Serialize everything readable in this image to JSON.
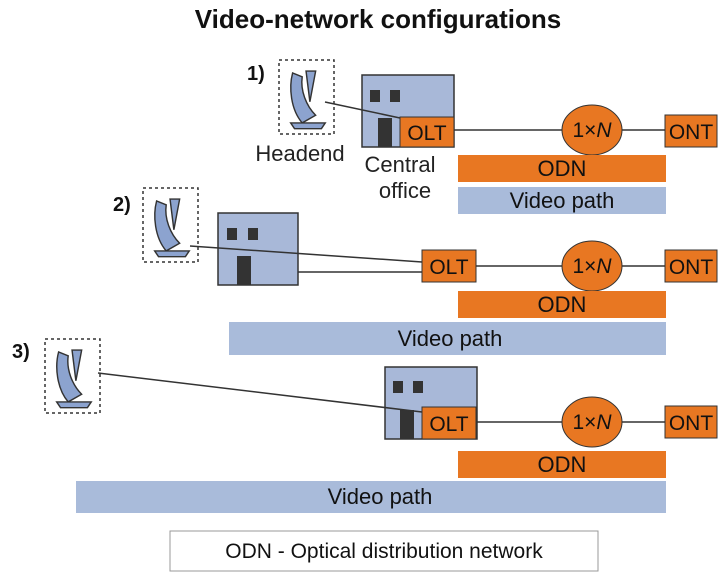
{
  "title": "Video-network configurations",
  "colors": {
    "orange": "#E87722",
    "blue_building": "#A8B8D8",
    "blue_bar": "#A9BBDA",
    "dark": "#333333",
    "dish": "#8CA3CF"
  },
  "configs": [
    {
      "number": "1)",
      "headend_label": "Headend",
      "office_label_1": "Central",
      "office_label_2": "office",
      "olt": "OLT",
      "splitter_prefix": "1×",
      "splitter_n": "N",
      "ont": "ONT",
      "odn": "ODN",
      "video_path": "Video path"
    },
    {
      "number": "2)",
      "olt": "OLT",
      "splitter_prefix": "1×",
      "splitter_n": "N",
      "ont": "ONT",
      "odn": "ODN",
      "video_path": "Video path"
    },
    {
      "number": "3)",
      "olt": "OLT",
      "splitter_prefix": "1×",
      "splitter_n": "N",
      "ont": "ONT",
      "odn": "ODN",
      "video_path": "Video path"
    }
  ],
  "legend": "ODN - Optical distribution network"
}
